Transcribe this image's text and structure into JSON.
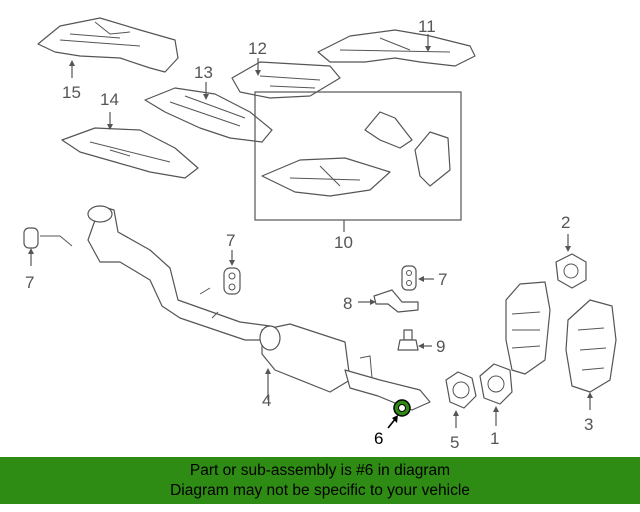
{
  "callouts": [
    {
      "id": "1",
      "label": "1"
    },
    {
      "id": "2",
      "label": "2"
    },
    {
      "id": "3",
      "label": "3"
    },
    {
      "id": "4",
      "label": "4"
    },
    {
      "id": "5",
      "label": "5"
    },
    {
      "id": "6",
      "label": "6"
    },
    {
      "id": "7a",
      "label": "7"
    },
    {
      "id": "7b",
      "label": "7"
    },
    {
      "id": "7c",
      "label": "7"
    },
    {
      "id": "8",
      "label": "8"
    },
    {
      "id": "9",
      "label": "9"
    },
    {
      "id": "10",
      "label": "10"
    },
    {
      "id": "11",
      "label": "11"
    },
    {
      "id": "12",
      "label": "12"
    },
    {
      "id": "13",
      "label": "13"
    },
    {
      "id": "14",
      "label": "14"
    },
    {
      "id": "15",
      "label": "15"
    }
  ],
  "highlight_part": "6",
  "colors": {
    "banner": "#2e8b14",
    "highlight": "#2e8b14",
    "line": "#555555"
  },
  "banner": {
    "line1": "Part or sub-assembly is #6 in diagram",
    "line2": "Diagram may not be specific to your vehicle"
  }
}
